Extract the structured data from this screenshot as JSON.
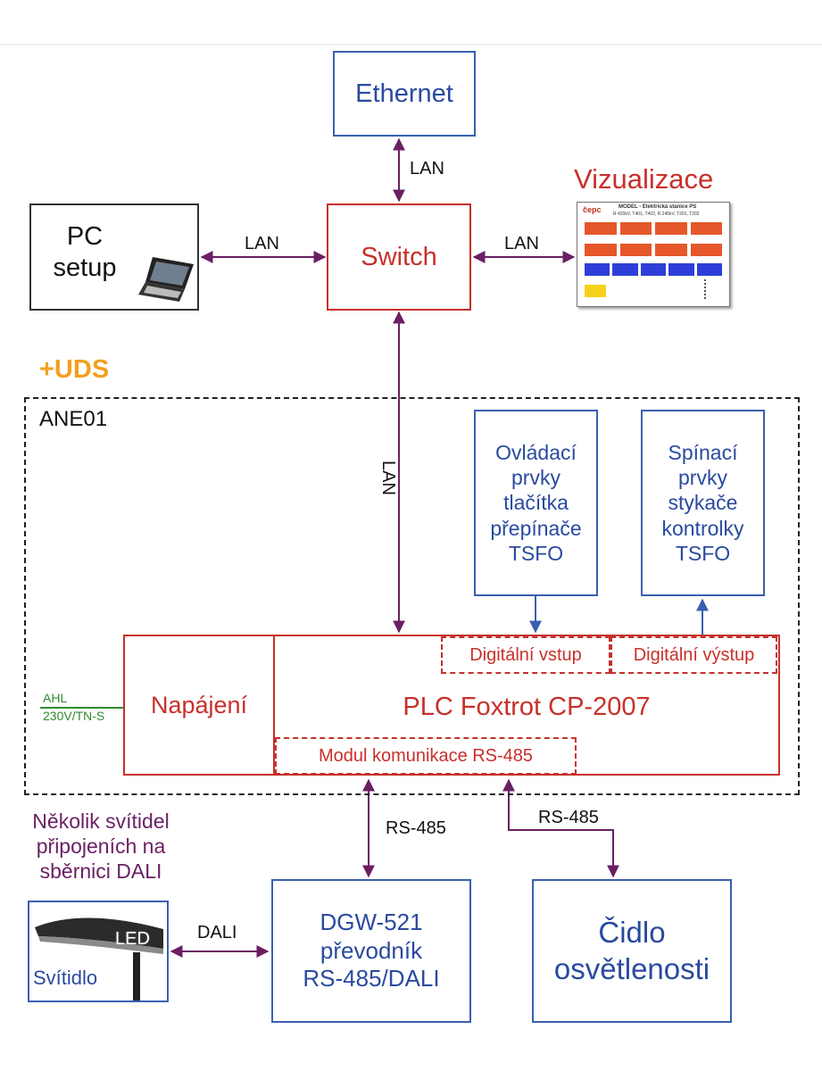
{
  "nodes": {
    "ethernet": "Ethernet",
    "switch": "Switch",
    "pc": "PC\nsetup",
    "vizualizace": "Vizualizace",
    "uds": "+UDS",
    "ane01": "ANE01",
    "ovladaci": "Ovládací\nprvky\ntlačítka\npřepínače\nTSFO",
    "spinaci": "Spínací\nprvky\nstykače\nkontrolky\nTSFO",
    "napajeni": "Napájení",
    "plc": "PLC Foxtrot CP-2007",
    "dig_in": "Digitální vstup",
    "dig_out": "Digitální výstup",
    "modul": "Modul komunikace RS-485",
    "dgw": "DGW-521\npřevodník\nRS-485/DALI",
    "cidlo": "Čidlo\nosvětlenosti",
    "svitidla_note": "Několik svítidel\npřipojeních na\nsběrnici DALI",
    "svitidlo": "Svítidlo",
    "led": "LED"
  },
  "links": {
    "lan_eth": "LAN",
    "lan_pc": "LAN",
    "lan_viz": "LAN",
    "lan_plc": "LAN",
    "rs485_dgw": "RS-485",
    "rs485_cidlo": "RS-485",
    "dali": "DALI",
    "ahl": "AHL",
    "power": "230V/TN-S"
  },
  "screen": {
    "title": "MODEL - Elektrická stanice PS",
    "subtitle": "R 420kV, T401, T402, R 245kV, T201, T202",
    "logo": "čepc"
  },
  "colors": {
    "blue": "#3a5fb0",
    "red": "#c8302a",
    "purple": "#6a1f63",
    "orange": "#f2a01e",
    "green": "#2e8b2e"
  }
}
